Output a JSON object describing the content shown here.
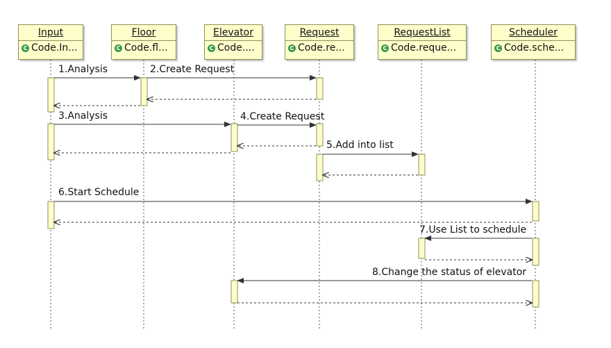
{
  "participants": [
    {
      "name": "Input",
      "class_label": "Code.In..."
    },
    {
      "name": "Floor",
      "class_label": "Code.fl..."
    },
    {
      "name": "Elevator",
      "class_label": "Code...."
    },
    {
      "name": "Request",
      "class_label": "Code.re..."
    },
    {
      "name": "RequestList",
      "class_label": "Code.reque..."
    },
    {
      "name": "Scheduler",
      "class_label": "Code.sche..."
    }
  ],
  "class_icon": "class-c-icon",
  "messages": [
    {
      "label": "1.Analysis",
      "from": 0,
      "to": 1
    },
    {
      "label": "2.Create Request",
      "from": 1,
      "to": 3
    },
    {
      "label": "3.Analysis",
      "from": 0,
      "to": 2
    },
    {
      "label": "4.Create Request",
      "from": 2,
      "to": 3
    },
    {
      "label": "5.Add into list",
      "from": 3,
      "to": 4
    },
    {
      "label": "6.Start Schedule",
      "from": 0,
      "to": 5
    },
    {
      "label": "7.Use List to schedule",
      "from": 5,
      "to": 4
    },
    {
      "label": "8.Change the status of elevator",
      "from": 5,
      "to": 2
    }
  ],
  "colors": {
    "box_fill": "#fefecb",
    "box_border": "#8f8f5a",
    "line": "#333333",
    "icon": "#3c9a48"
  }
}
